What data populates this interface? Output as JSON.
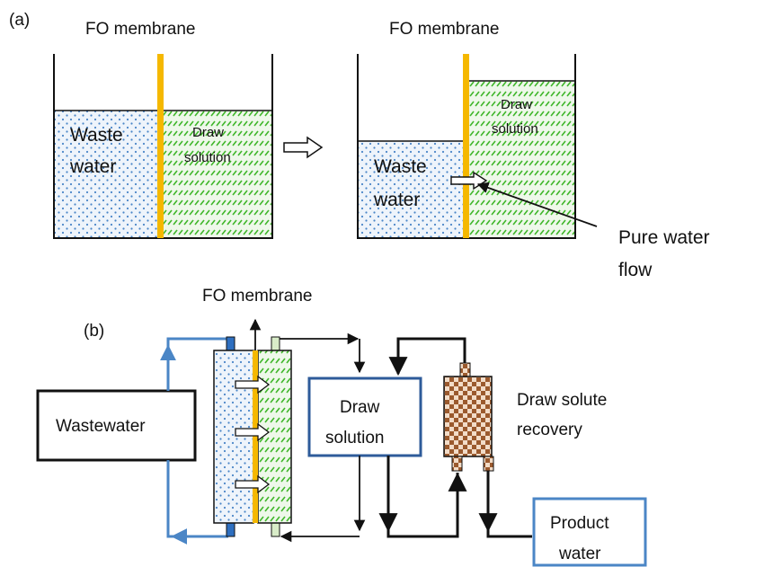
{
  "panel_a": {
    "label": "(a)",
    "left_membrane_title": "FO membrane",
    "right_membrane_title": "FO membrane",
    "left_waste": [
      "Waste",
      "water"
    ],
    "left_draw": [
      "Draw",
      "solution"
    ],
    "right_waste": [
      "Waste",
      "water"
    ],
    "right_draw": [
      "Draw",
      "solution"
    ],
    "pure_water": [
      "Pure water",
      "flow"
    ]
  },
  "panel_b": {
    "label": "(b)",
    "membrane_title": "FO membrane",
    "wastewater": "Wastewater",
    "draw_solution": [
      "Draw",
      "solution"
    ],
    "recovery": [
      "Draw solute",
      "recovery"
    ],
    "product": [
      "Product",
      "water"
    ]
  },
  "colors": {
    "membrane": "#f5b800",
    "wastewater_fill": "#eaf2fb",
    "wastewater_dots": "#4a86c8",
    "draw_fill": "#eaf7e4",
    "draw_dashes": "#3fb62a",
    "blue_box": "#2e5b9a",
    "light_blue_box": "#4b86c6",
    "recovery_fill": "#9b5a2e"
  }
}
